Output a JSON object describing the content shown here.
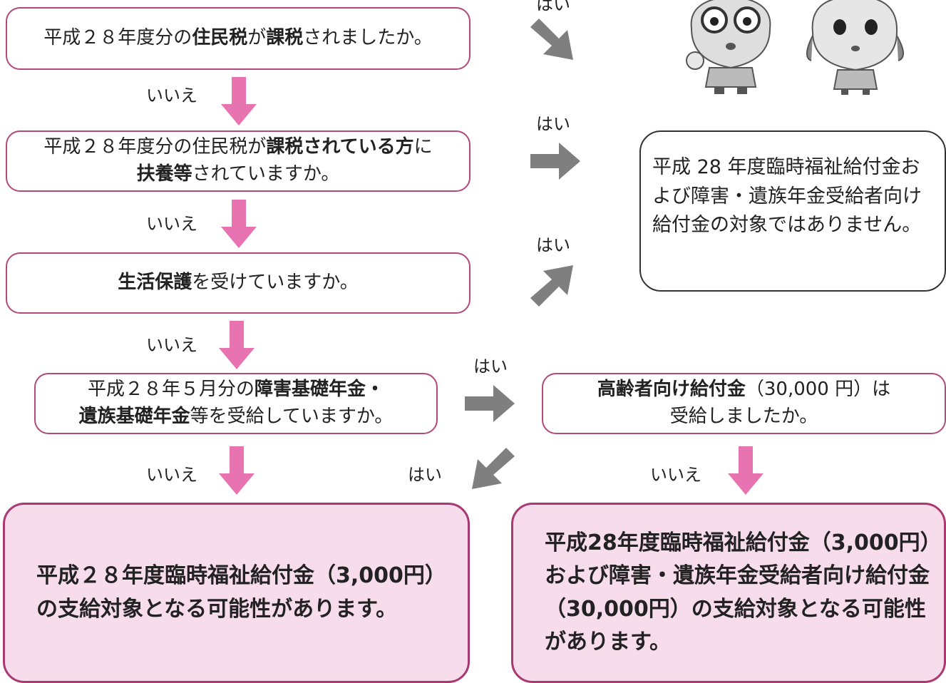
{
  "colors": {
    "pink_arrow": "#e774b0",
    "gray_arrow": "#7f7f7f",
    "pink_border": "#b04a7a",
    "pink_fill": "#f7dcec"
  },
  "labels": {
    "yes": "はい",
    "no": "いいえ"
  },
  "q1": {
    "p1": "平成２８年度分の",
    "b1": "住民税",
    "p2": "が",
    "b2": "課税",
    "p3": "されましたか。"
  },
  "q2": {
    "p1": "平成２８年度分の住民税が",
    "b1": "課税されている方",
    "p2": "に",
    "b2": "扶養等",
    "p3": "されていますか。"
  },
  "q3": {
    "b1": "生活保護",
    "p1": "を受けていますか。"
  },
  "q4": {
    "p1": "平成２８年５月分の",
    "b1": "障害基礎年金・",
    "b2": "遺族基礎年金",
    "p2": "等を受給していますか。"
  },
  "q5": {
    "b1": "高齢者向け給付金",
    "p1": "（30,000 円）は",
    "p2": "受給しましたか。"
  },
  "result_not_eligible": "平成 28 年度臨時福祉給付金および障害・遺族年金受給者向け給付金の対象ではありません。",
  "result_left": "平成２８年度臨時福祉給付金（3,000円）の支給対象となる可能性があります。",
  "result_right": "平成28年度臨時福祉給付金（3,000円）および障害・遺族年金受給者向け給付金（30,000円）の支給対象となる可能性があります。",
  "illustration": {
    "icons": [
      "elderly-man-mascot-icon",
      "girl-mascot-icon"
    ]
  }
}
